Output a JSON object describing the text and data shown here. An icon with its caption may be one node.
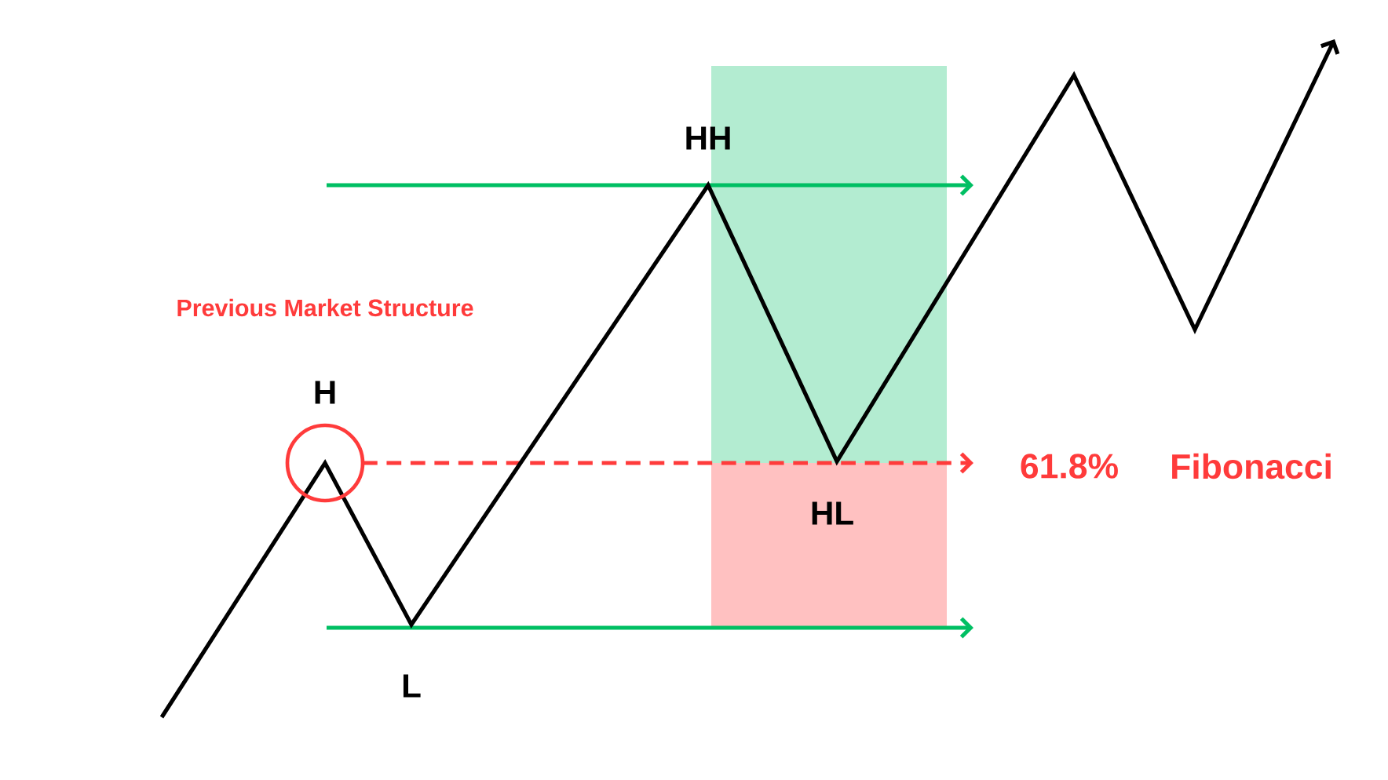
{
  "diagram": {
    "labels": [
      "Previous Market Structure",
      "H",
      "L",
      "HH",
      "HL",
      "61.8%",
      "Fibonacci"
    ]
  }
}
